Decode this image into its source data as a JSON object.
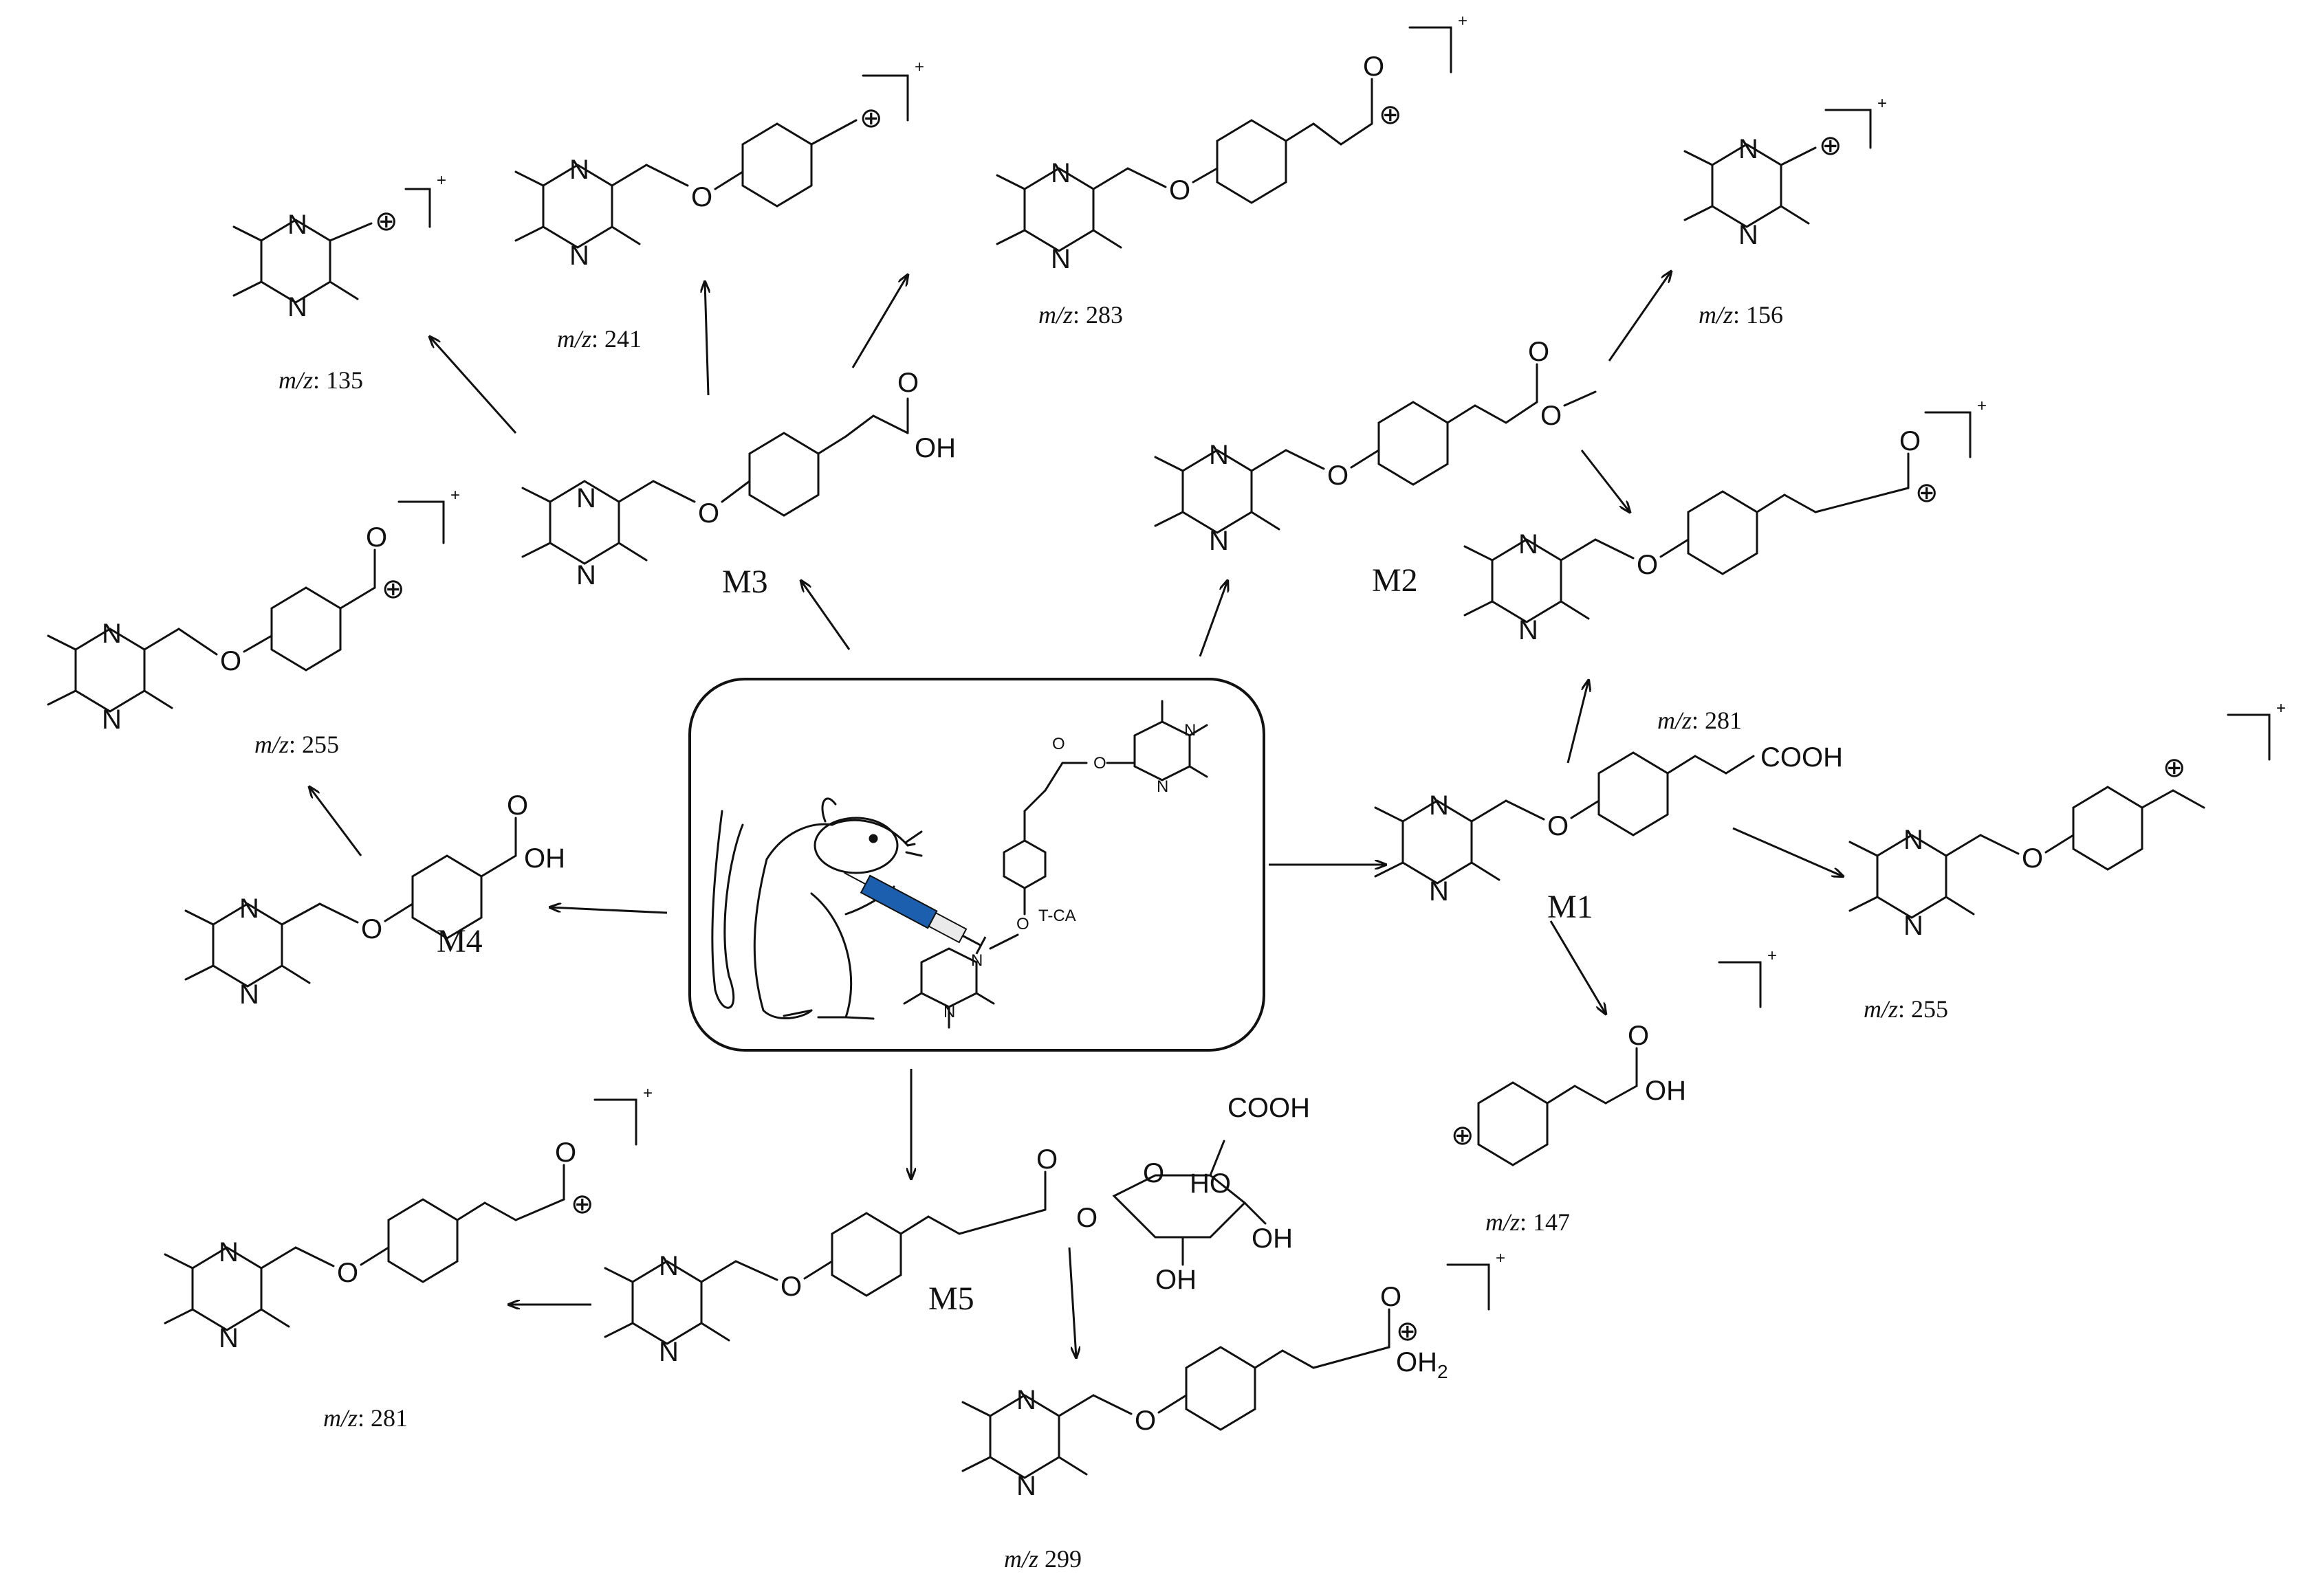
{
  "diagram": {
    "center": {
      "label": "T-CA"
    },
    "metabolites": [
      {
        "id": "M1",
        "label": "M1",
        "substituent": "COOH"
      },
      {
        "id": "M2",
        "label": "M2",
        "substituent": "O"
      },
      {
        "id": "M3",
        "label": "M3",
        "substituent": "OH"
      },
      {
        "id": "M4",
        "label": "M4",
        "substituent": "OH"
      },
      {
        "id": "M5",
        "label": "M5",
        "substituent": "COOH"
      }
    ],
    "fragments": [
      {
        "id": "f135",
        "prefix": "m/z",
        "value": ": 135"
      },
      {
        "id": "f241",
        "prefix": "m/z",
        "value": ": 241"
      },
      {
        "id": "f283",
        "prefix": "m/z",
        "value": ": 283"
      },
      {
        "id": "f156",
        "prefix": "m/z",
        "value": ": 156"
      },
      {
        "id": "f255a",
        "prefix": "m/z",
        "value": ": 255"
      },
      {
        "id": "f281a",
        "prefix": "m/z",
        "value": ": 281"
      },
      {
        "id": "f255b",
        "prefix": "m/z",
        "value": ": 255"
      },
      {
        "id": "f147",
        "prefix": "m/z",
        "value": ": 147"
      },
      {
        "id": "f281b",
        "prefix": "m/z",
        "value": ": 281"
      },
      {
        "id": "f299",
        "prefix": "m/z",
        "value": "  299"
      }
    ],
    "atoms": {
      "nitrogen": "N",
      "oxygen": "O",
      "hydroxyl": "OH",
      "hydroxyl_left": "HO",
      "acid": "COOH",
      "plus": "+",
      "cation": "⊕",
      "water": "OH",
      "water_sub": "2"
    }
  }
}
